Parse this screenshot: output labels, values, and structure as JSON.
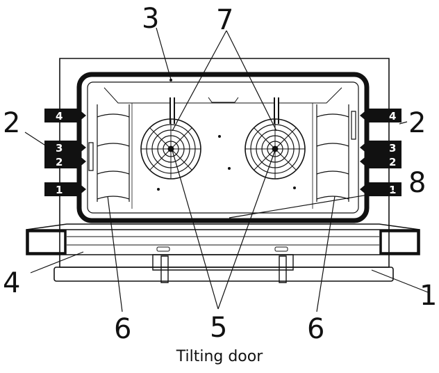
{
  "diagram": {
    "callouts": {
      "c1": "1",
      "c2_left": "2",
      "c2_right": "2",
      "c3": "3",
      "c4": "4",
      "c5": "5",
      "c6_left": "6",
      "c6_right": "6",
      "c7": "7",
      "c8": "8"
    },
    "level_tags_left": [
      "4",
      "3",
      "2",
      "1"
    ],
    "level_tags_right": [
      "4",
      "3",
      "2",
      "1"
    ],
    "caption": "Tilting door"
  }
}
